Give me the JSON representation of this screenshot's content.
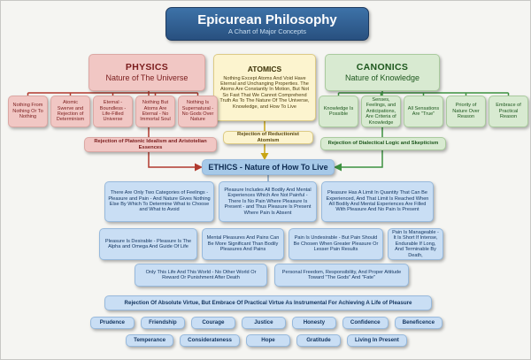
{
  "title": {
    "main": "Epicurean Philosophy",
    "subtitle": "A Chart of Major Concepts"
  },
  "colors": {
    "title_blue": "#2f5c8f",
    "physics_pink": "#f1c7c4",
    "physics_text": "#7a1c1c",
    "atomics_yellow": "#fcf4cf",
    "canonics_green": "#d8ead1",
    "canonics_text": "#1d571d",
    "ethics_blue": "#c9def4",
    "arrow_red": "#b13a2e",
    "arrow_yellow": "#c9a514",
    "arrow_green": "#3d9140"
  },
  "physics": {
    "title": "PHYSICS",
    "subtitle": "Nature of The Universe",
    "items": [
      "Nothing From Nothing Or To Nothing",
      "Atomic Swerve and Rejection of Determinism",
      "Eternal - Boundless - Life-Filled Universe",
      "Nothing But Atoms Are Eternal - No Immortal Soul",
      "Nothing Is Supernatural - No Gods Over Nature"
    ],
    "rejection": "Rejection of Platonic Idealism and Aristotelian Essences"
  },
  "atomics": {
    "title": "ATOMICS",
    "body": "Nothing Except Atoms And Void Have Eternal and Unchanging Properties. The Atoms Are Constantly In Motion, But Not So Fast That We Cannot Comprehend Truth As To The Nature Of The Universe, Knowledge, and How To Live",
    "rejection": "Rejection of Reductionist Atomism"
  },
  "canonics": {
    "title": "CANONICS",
    "subtitle": "Nature of Knowledge",
    "items": [
      "Knowledge Is Possible",
      "Senses, Feelings, and Anticipations, Are Criteria of Knowledge",
      "All Sensations Are \"True\"",
      "Priority of Nature Over Reason",
      "Embrace of Practical Reason"
    ],
    "rejection": "Rejection of Dialectical Logic and Skepticism"
  },
  "ethics": {
    "title": "ETHICS - Nature of How To Live",
    "row1": [
      "There Are Only Two Categories of Feelings - Pleasure and Pain - And Nature Gives Nothing Else By Which To Determine What to Choose and What to Avoid",
      "Pleasure Includes All Bodily And Mental Experiences Which Are Not Painful - There Is No Pain Where Pleasure Is Present - and Thus Pleasure Is Present Where Pain Is Absent",
      "Pleasure Has A Limit In Quantity That Can Be Experienced, And That Limit Is Reached When All Bodily And Mental Experiences Are Filled With Pleasure And No Pain Is Present"
    ],
    "row2": [
      "Pleasure Is Desirable - Pleasure Is The Alpha and Omega And Guide Of Life",
      "Mental Pleasures And Pains Can Be More Significant Than Bodily Pleasures And Pains",
      "Pain Is Undesirable - But Pain Should Be Chosen When Greater Pleasure Or Lesser Pain Results",
      "Pain Is Manageable - It Is Short If Intense, Endurable If Long, And Terminable By Death,"
    ],
    "row3": [
      "Only This Life And This World - No Other World Or Reward Or Punishment After Death",
      "Personal Freedom, Responsibility, And Proper Attitude Toward \"The Gods\" And \"Fate\""
    ],
    "virtue_banner": "Rejection Of Absolute Virtue, But Embrace Of Practical Virtue As Instrumental For Achieving A Life of Pleasure",
    "virtues_row1": [
      "Prudence",
      "Friendship",
      "Courage",
      "Justice",
      "Honesty",
      "Confidence",
      "Beneficence"
    ],
    "virtues_row2": [
      "Temperance",
      "Considerateness",
      "Hope",
      "Gratitude",
      "Living In Present"
    ]
  }
}
